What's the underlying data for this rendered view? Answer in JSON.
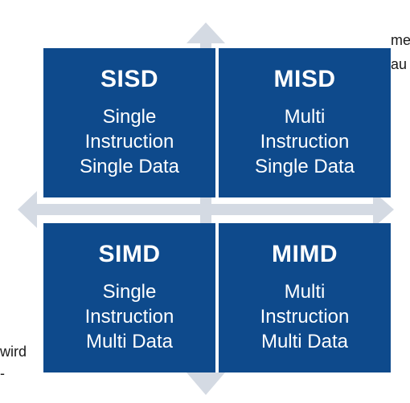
{
  "quadrants": {
    "sisd": {
      "code": "SISD",
      "line1": "Single",
      "line2": "Instruction",
      "line3": "Single Data"
    },
    "misd": {
      "code": "MISD",
      "line1": "Multi",
      "line2": "Instruction",
      "line3": "Single Data"
    },
    "simd": {
      "code": "SIMD",
      "line1": "Single",
      "line2": "Instruction",
      "line3": "Multi Data"
    },
    "mimd": {
      "code": "MIMD",
      "line1": "Multi",
      "line2": "Instruction",
      "line3": "Multi Data"
    }
  },
  "fragments": {
    "top_right_1": "me",
    "top_right_2": "au",
    "bottom_left_1": "wird",
    "bottom_left_2": "-"
  },
  "colors": {
    "box_fill": "#0e4a8c",
    "box_text": "#ffffff",
    "arrow_fill": "#d4dae3"
  },
  "icons": {
    "arrows": [
      "arrow-up-icon",
      "arrow-down-icon",
      "arrow-left-icon",
      "arrow-right-icon"
    ]
  }
}
